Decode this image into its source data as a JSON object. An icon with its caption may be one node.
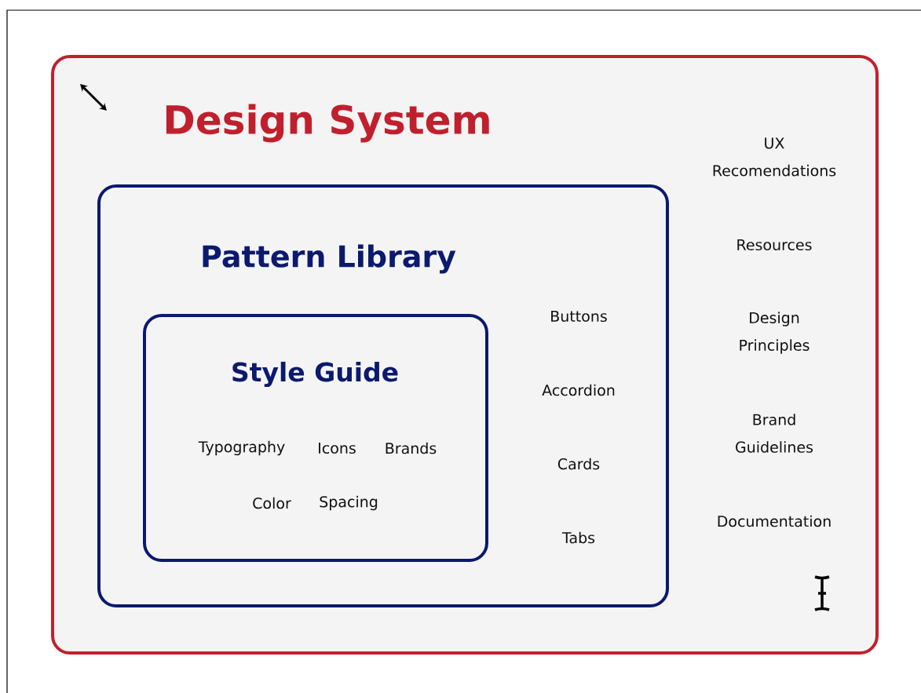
{
  "diagram": {
    "nodes": [
      {
        "text": [
          "Design System"
        ]
      },
      {
        "text": [
          "Pattern Library"
        ],
        "in": 0
      },
      {
        "text": [
          "Style Guide"
        ],
        "in": 1
      }
    ],
    "labels": [
      "UX Recomendations",
      "Resources",
      "Typography",
      "Icons",
      "Brands",
      "Buttons",
      "Design Principles",
      "Accordion",
      "Color",
      "Spacing",
      "Brand Guidelines",
      "Cards",
      "Tabs",
      "Documentation"
    ]
  }
}
